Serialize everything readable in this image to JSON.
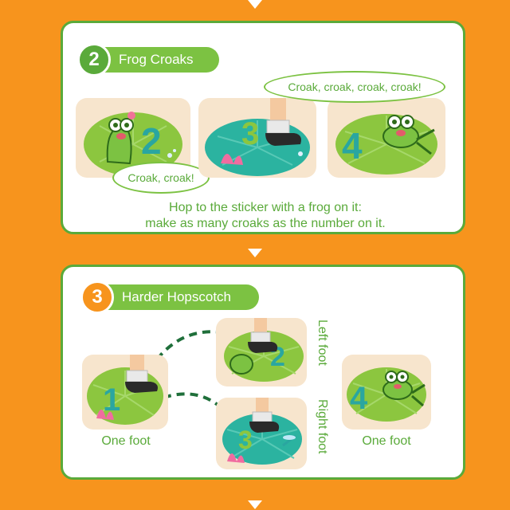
{
  "section2": {
    "number": "2",
    "title": "Frog Croaks",
    "bubble_left": "Croak, croak!",
    "bubble_right": "Croak, croak, croak, croak!",
    "instruction_line1": "Hop to the sticker with a frog on it:",
    "instruction_line2": "make as many croaks as the number on it.",
    "card_numbers": [
      "2",
      "3",
      "4"
    ]
  },
  "section3": {
    "number": "3",
    "title": "Harder Hopscotch",
    "left_foot_label": "Left foot",
    "right_foot_label": "Right foot",
    "one_foot_left": "One foot",
    "one_foot_right": "One foot",
    "card_numbers": [
      "1",
      "2",
      "3",
      "4"
    ]
  },
  "colors": {
    "background_orange": "#f7941d",
    "accent_green": "#7cc242",
    "step2_badge": "#5aaa3a",
    "step3_badge": "#f7941d"
  }
}
